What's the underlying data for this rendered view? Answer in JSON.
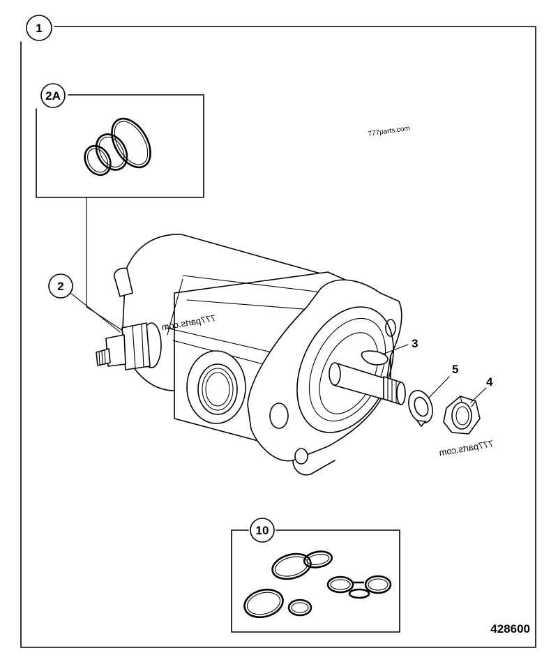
{
  "figure": {
    "number": "428600"
  },
  "callouts": {
    "main": "1",
    "seal_kit": "2A",
    "relief_valve": "2",
    "key": "3",
    "nut": "4",
    "washer": "5",
    "seal_kit_bottom": "10"
  },
  "watermarks": {
    "top": "777parts.com",
    "body": "777parts.com",
    "bottom": "777parts.com"
  }
}
